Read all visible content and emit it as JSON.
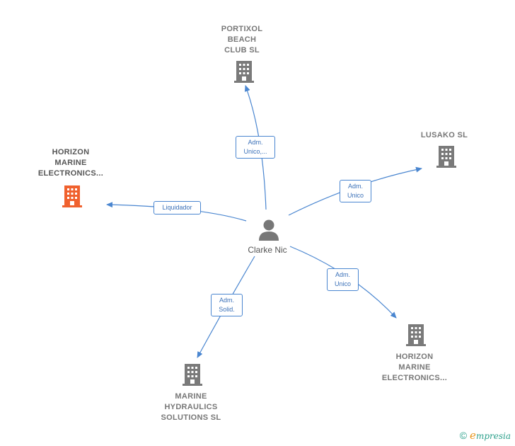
{
  "center": {
    "name": "Clarke Nic"
  },
  "nodes": {
    "portixol": {
      "label": "PORTIXOL\nBEACH\nCLUB  SL"
    },
    "lusako": {
      "label": "LUSAKO  SL"
    },
    "horizon_left": {
      "label": "HORIZON\nMARINE\nELECTRONICS..."
    },
    "horizon_right": {
      "label": "HORIZON\nMARINE\nELECTRONICS..."
    },
    "marine_hydraulics": {
      "label": "MARINE\nHYDRAULICS\nSOLUTIONS SL"
    }
  },
  "edges": {
    "portixol": "Adm.\nUnico,...",
    "lusako": "Adm.\nUnico",
    "horizon_left": "Liquidador",
    "horizon_right": "Adm.\nUnico",
    "marine_hydraulics": "Adm.\nSolid."
  },
  "colors": {
    "edge": "#4a86d0",
    "building": "#7a7a7a",
    "building_highlight": "#f0612e"
  },
  "footer": {
    "copyright": "©",
    "brand_initial": "e",
    "brand_rest": "mpresia"
  }
}
